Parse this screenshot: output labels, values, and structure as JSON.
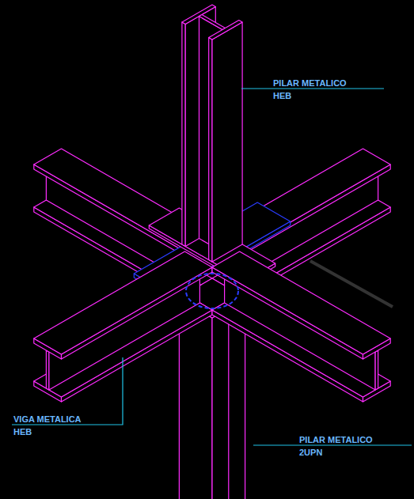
{
  "diagram": {
    "labels": [
      "PILAR METALICO",
      "HEB",
      "VIGA METALICA",
      "HEB",
      "PILAR METALICO",
      "2UPN"
    ]
  }
}
